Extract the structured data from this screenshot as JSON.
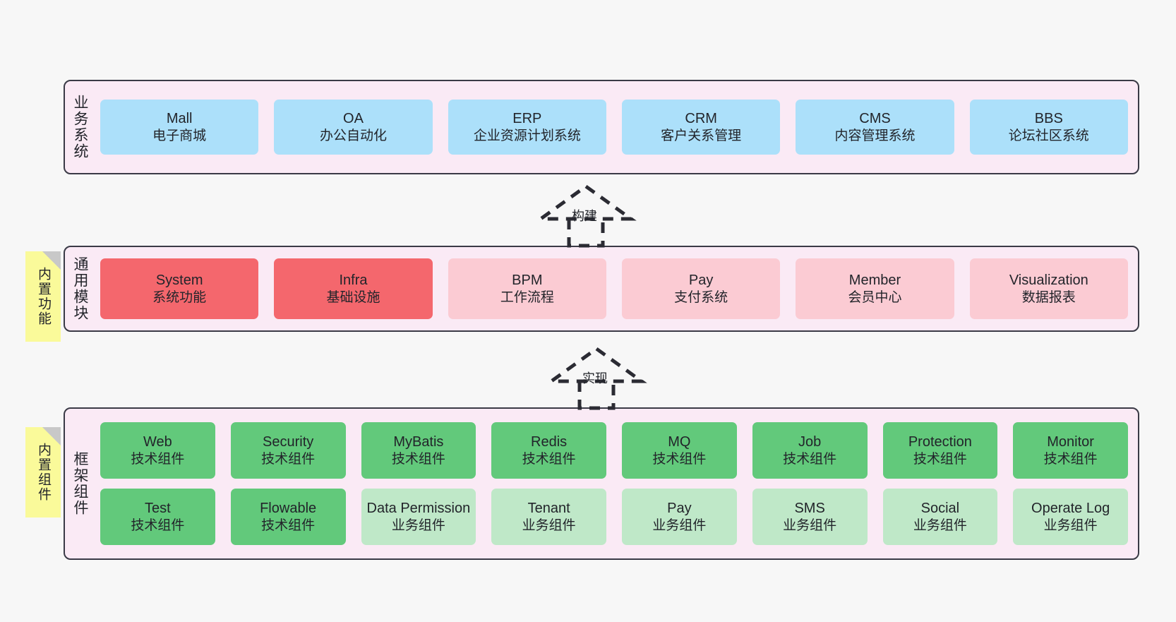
{
  "diagram": {
    "background": "#f7f7f7",
    "layer_fill": "#faeaf5",
    "layer_border": "#3a3a46",
    "sticky_fill": "#fafa9a",
    "colors": {
      "business": "#ace0fa",
      "module_active": "#f4676d",
      "module_plain": "#fbcbd3",
      "tech_component": "#62c97b",
      "biz_component": "#bfe8c8"
    }
  },
  "layers": [
    {
      "id": "business-system",
      "title": "业务系统",
      "sticky": null,
      "rows": [
        [
          {
            "en": "Mall",
            "cn": "电子商城",
            "style": "blue"
          },
          {
            "en": "OA",
            "cn": "办公自动化",
            "style": "blue"
          },
          {
            "en": "ERP",
            "cn": "企业资源计划系统",
            "style": "blue"
          },
          {
            "en": "CRM",
            "cn": "客户关系管理",
            "style": "blue"
          },
          {
            "en": "CMS",
            "cn": "内容管理系统",
            "style": "blue"
          },
          {
            "en": "BBS",
            "cn": "论坛社区系统",
            "style": "blue"
          }
        ]
      ]
    },
    {
      "id": "common-module",
      "title": "通用模块",
      "sticky": "内置功能",
      "rows": [
        [
          {
            "en": "System",
            "cn": "系统功能",
            "style": "red"
          },
          {
            "en": "Infra",
            "cn": "基础设施",
            "style": "red"
          },
          {
            "en": "BPM",
            "cn": "工作流程",
            "style": "pink"
          },
          {
            "en": "Pay",
            "cn": "支付系统",
            "style": "pink"
          },
          {
            "en": "Member",
            "cn": "会员中心",
            "style": "pink"
          },
          {
            "en": "Visualization",
            "cn": "数据报表",
            "style": "pink"
          }
        ]
      ]
    },
    {
      "id": "framework-component",
      "title": "框架组件",
      "sticky": "内置组件",
      "rows": [
        [
          {
            "en": "Web",
            "cn": "技术组件",
            "style": "green"
          },
          {
            "en": "Security",
            "cn": "技术组件",
            "style": "green"
          },
          {
            "en": "MyBatis",
            "cn": "技术组件",
            "style": "green"
          },
          {
            "en": "Redis",
            "cn": "技术组件",
            "style": "green"
          },
          {
            "en": "MQ",
            "cn": "技术组件",
            "style": "green"
          },
          {
            "en": "Job",
            "cn": "技术组件",
            "style": "green"
          },
          {
            "en": "Protection",
            "cn": "技术组件",
            "style": "green"
          },
          {
            "en": "Monitor",
            "cn": "技术组件",
            "style": "green"
          }
        ],
        [
          {
            "en": "Test",
            "cn": "技术组件",
            "style": "green"
          },
          {
            "en": "Flowable",
            "cn": "技术组件",
            "style": "green"
          },
          {
            "en": "Data Permission",
            "cn": "业务组件",
            "style": "lightgreen"
          },
          {
            "en": "Tenant",
            "cn": "业务组件",
            "style": "lightgreen"
          },
          {
            "en": "Pay",
            "cn": "业务组件",
            "style": "lightgreen"
          },
          {
            "en": "SMS",
            "cn": "业务组件",
            "style": "lightgreen"
          },
          {
            "en": "Social",
            "cn": "业务组件",
            "style": "lightgreen"
          },
          {
            "en": "Operate Log",
            "cn": "业务组件",
            "style": "lightgreen"
          }
        ]
      ]
    }
  ],
  "connectors": [
    {
      "id": "build",
      "label": "构建"
    },
    {
      "id": "implement",
      "label": "实现"
    }
  ]
}
